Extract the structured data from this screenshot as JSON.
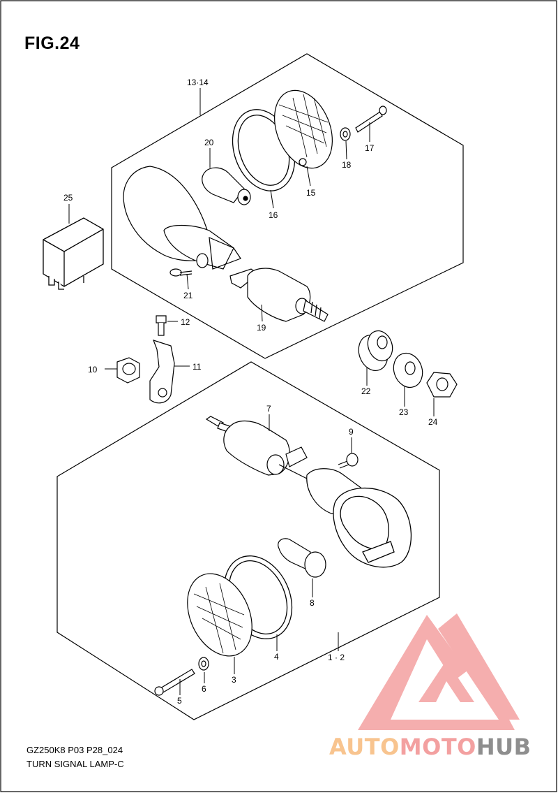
{
  "figure": {
    "title": "FIG.24",
    "code": "GZ250K8 P03 P28_024",
    "name": "TURN SIGNAL LAMP-C"
  },
  "callouts": {
    "c13_14": "13·14",
    "c17": "17",
    "c18": "18",
    "c15": "15",
    "c16": "16",
    "c20": "20",
    "c25": "25",
    "c21": "21",
    "c19": "19",
    "c12": "12",
    "c11": "11",
    "c10": "10",
    "c22": "22",
    "c23": "23",
    "c24": "24",
    "c7": "7",
    "c9": "9",
    "c8": "8",
    "c4": "4",
    "c1_2": "1 · 2",
    "c3": "3",
    "c6": "6",
    "c5": "5"
  },
  "watermark": {
    "part_a": "AUTO",
    "part_b": "MOTO",
    "part_c": "HUB",
    "logo_color": "#f4a6a6",
    "text_colors": [
      "#f8c48f",
      "#f3a0a0",
      "#8e8e8e"
    ]
  }
}
